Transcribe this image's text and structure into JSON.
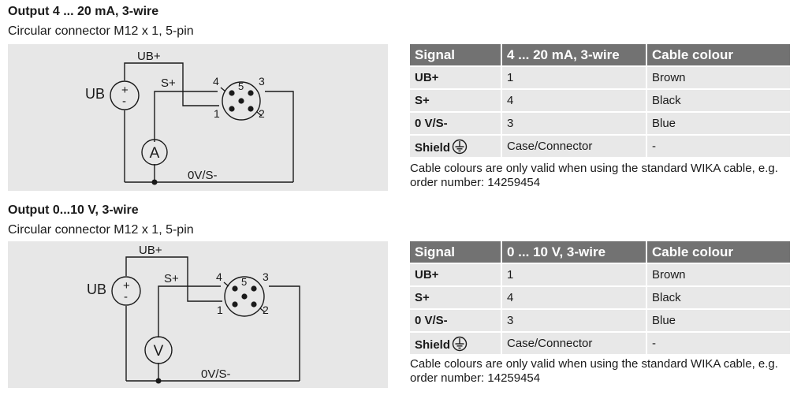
{
  "sections": [
    {
      "title": "Output 4 ... 20 mA, 3-wire",
      "subtitle": "Circular connector M12 x 1, 5-pin",
      "diagram": {
        "source_label": "UB",
        "plus_sign": "+",
        "minus_sign": "-",
        "supply_label": "UB+",
        "signal_label": "S+",
        "ground_label": "0V/S-",
        "meter_label": "A",
        "pins": [
          "4",
          "5",
          "3",
          "1",
          "2"
        ]
      },
      "table": {
        "headers": [
          "Signal",
          "4 ... 20 mA, 3-wire",
          "Cable colour"
        ],
        "rows": [
          [
            "UB+",
            "1",
            "Brown"
          ],
          [
            "S+",
            "4",
            "Black"
          ],
          [
            "0 V/S-",
            "3",
            "Blue"
          ],
          [
            "Shield",
            "Case/Connector",
            "-"
          ]
        ]
      },
      "note": "Cable colours are only valid when using the standard WIKA cable, e.g. order number: 14259454"
    },
    {
      "title": "Output 0...10 V, 3-wire",
      "subtitle": "Circular connector M12 x 1, 5-pin",
      "diagram": {
        "source_label": "UB",
        "plus_sign": "+",
        "minus_sign": "-",
        "supply_label": "UB+",
        "signal_label": "S+",
        "ground_label": "0V/S-",
        "meter_label": "V",
        "pins": [
          "4",
          "5",
          "3",
          "1",
          "2"
        ]
      },
      "table": {
        "headers": [
          "Signal",
          "0 ... 10 V, 3-wire",
          "Cable colour"
        ],
        "rows": [
          [
            "UB+",
            "1",
            "Brown"
          ],
          [
            "S+",
            "4",
            "Black"
          ],
          [
            "0 V/S-",
            "3",
            "Blue"
          ],
          [
            "Shield",
            "Case/Connector",
            "-"
          ]
        ]
      },
      "note": "Cable colours are only valid when using the standard WIKA cable, e.g. order number: 14259454"
    }
  ],
  "icons": {
    "shield_symbol": "ground-earth-icon"
  }
}
